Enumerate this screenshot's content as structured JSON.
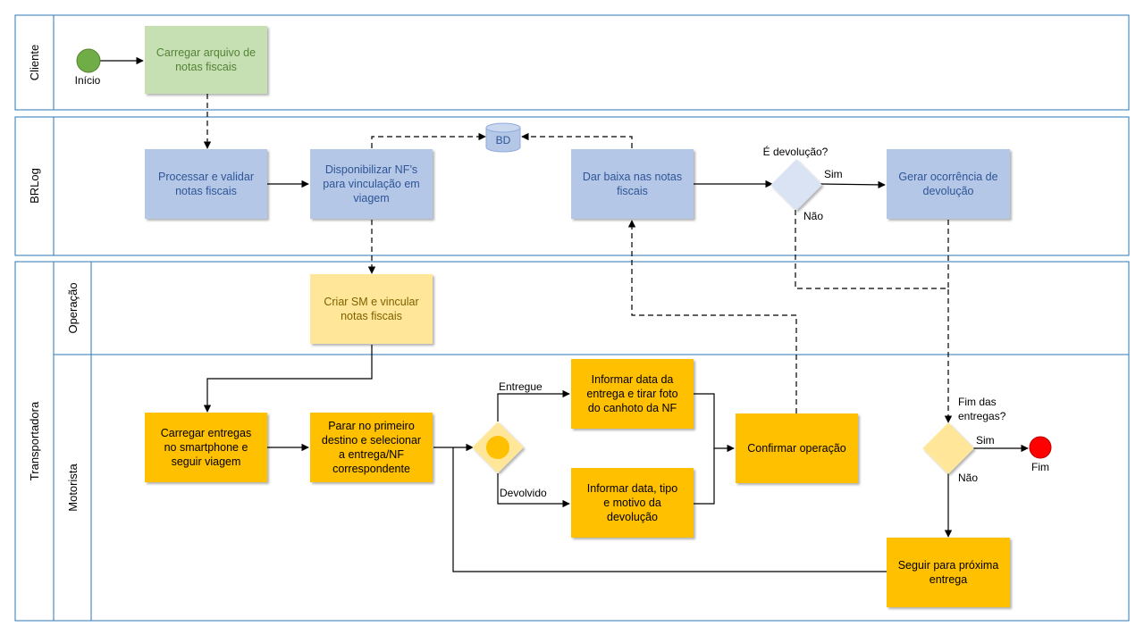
{
  "pools": {
    "cliente": "Cliente",
    "brlog": "BRLog",
    "transportadora": "Transportadora",
    "operacao": "Operação",
    "motorista": "Motorista"
  },
  "events": {
    "start": "Início",
    "end": "Fim"
  },
  "tasks": {
    "carregar_arquivo": [
      "Carregar arquivo de",
      "notas fiscais"
    ],
    "processar_validar": [
      "Processar e validar",
      "notas fiscais"
    ],
    "disponibilizar": [
      "Disponibilizar NF’s",
      "para vinculação em",
      "viagem"
    ],
    "dar_baixa": [
      "Dar baixa nas notas",
      "fiscais"
    ],
    "gerar_ocorrencia": [
      "Gerar ocorrência de",
      "devolução"
    ],
    "criar_sm": [
      "Criar SM e vincular",
      "notas fiscais"
    ],
    "carregar_entregas": [
      "Carregar entregas",
      "no smartphone e",
      "seguir viagem"
    ],
    "parar_primeiro": [
      "Parar no primeiro",
      "destino e selecionar",
      "a entrega/NF",
      "correspondente"
    ],
    "informar_entrega": [
      "Informar data da",
      "entrega e tirar foto",
      "do canhoto da NF"
    ],
    "informar_devolucao": [
      "Informar data, tipo",
      "e motivo da",
      "devolução"
    ],
    "confirmar": [
      "Confirmar operação"
    ],
    "seguir_proxima": [
      "Seguir para próxima",
      "entrega"
    ]
  },
  "datastore": "BD",
  "gateways": {
    "e_devolucao": "É devolução?",
    "fim_entregas": [
      "Fim das",
      "entregas?"
    ]
  },
  "edge_labels": {
    "sim1": "Sim",
    "nao1": "Não",
    "sim2": "Sim",
    "nao2": "Não",
    "entregue": "Entregue",
    "devolvido": "Devolvido"
  },
  "colors": {
    "pool_border": "#2e75b6",
    "green_task": "#c6e0b4",
    "green_text": "#548235",
    "blue_task": "#b4c7e7",
    "blue_text": "#2f5597",
    "light_yellow_task": "#ffe699",
    "light_yellow_text": "#7f6000",
    "orange_task": "#ffc000",
    "start_event": "#70ad47",
    "end_event": "#ff0000",
    "blue_gateway": "#dae3f3",
    "yellow_gateway": "#ffe699"
  }
}
